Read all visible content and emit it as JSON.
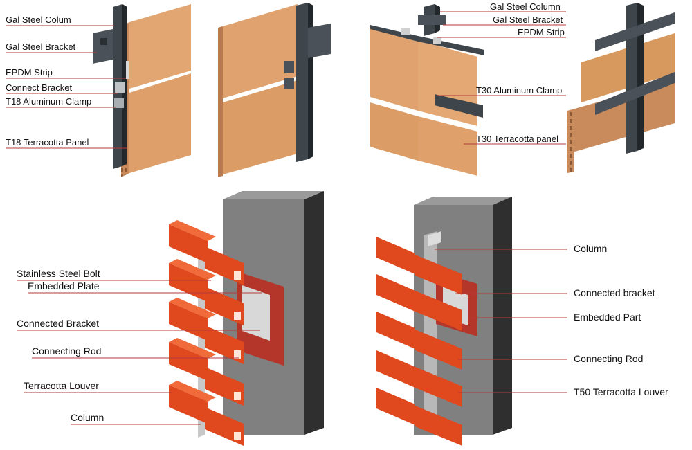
{
  "colors": {
    "terracotta_panel": "#E0A070",
    "panel_shadow": "#C98A5C",
    "steel_dark": "#3A3F44",
    "louver_red": "#E0481E",
    "louver_dark": "#B5330F",
    "wall_grey": "#7D7D7D",
    "wall_dark": "#2E2E2E",
    "embed_red": "#C0392B",
    "leader_red": "#B23A3A",
    "plate_light": "#CFCFCF"
  },
  "diagrams": {
    "t18": {
      "labels": {
        "gal_steel_column": "Gal Steel Colum",
        "gal_steel_bracket": "Gal Steel Bracket",
        "epdm_strip": "EPDM Strip",
        "connect_bracket": "Connect Bracket",
        "aluminum_clamp": "T18 Aluminum Clamp",
        "terracotta_panel": "T18 Terracotta Panel"
      }
    },
    "t30": {
      "labels": {
        "gal_steel_column": "Gal Steel Column",
        "gal_steel_bracket": "Gal Steel Bracket",
        "epdm_strip": "EPDM Strip",
        "aluminum_clamp": "T30 Aluminum Clamp",
        "terracotta_panel": "T30 Terracotta panel"
      }
    },
    "louver_a": {
      "labels": {
        "stainless_steel_bolt": "Stainless Steel Bolt",
        "embedded_plate": "Embedded Plate",
        "connected_bracket": "Connected Bracket",
        "connecting_rod": "Connecting Rod",
        "terracotta_louver": "Terracotta Louver",
        "column": "Column"
      }
    },
    "louver_b": {
      "labels": {
        "column": "Column",
        "connected_bracket": "Connected bracket",
        "embedded_part": "Embedded Part",
        "connecting_rod": "Connecting Rod",
        "terracotta_louver": "T50 Terracotta Louver"
      }
    }
  }
}
